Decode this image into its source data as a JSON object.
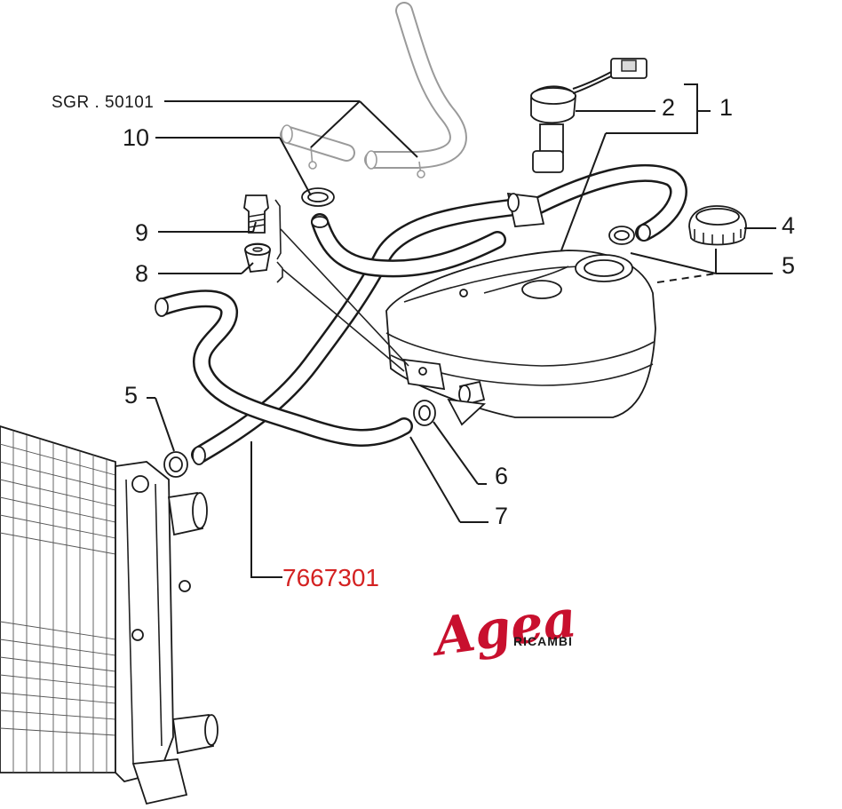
{
  "reference": "SGR . 50101",
  "callouts": {
    "c1": "1",
    "c2": "2",
    "c4": "4",
    "c5_right": "5",
    "c5_left": "5",
    "c6": "6",
    "c7": "7",
    "c8": "8",
    "c9": "9",
    "c10": "10"
  },
  "part_number": "7667301",
  "logo": {
    "name": "Agea",
    "tagline": "RICAMBI"
  },
  "colors": {
    "line": "#1a1a1a",
    "part_number": "#d42222",
    "logo": "#c8102e"
  }
}
